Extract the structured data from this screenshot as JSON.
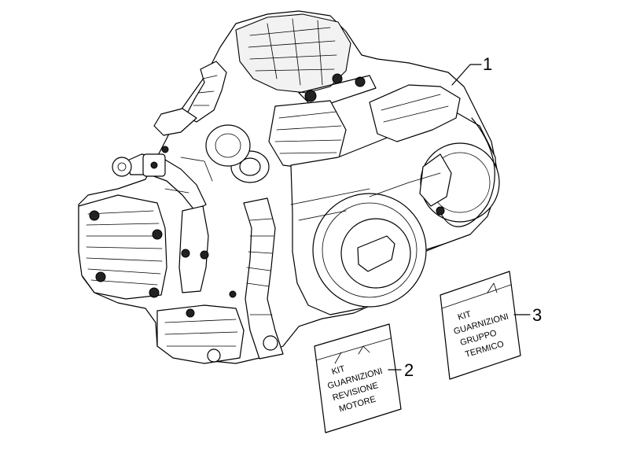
{
  "callouts": [
    {
      "number": "1",
      "part": "engine-assembly"
    },
    {
      "number": "2",
      "part": "engine-overhaul-gasket-kit"
    },
    {
      "number": "3",
      "part": "cylinder-group-gasket-kit"
    }
  ],
  "kit_engine_overhaul": [
    "KIT",
    "GUARNIZIONI",
    "REVISIONE",
    "MOTORE"
  ],
  "kit_cylinder_group": [
    "KIT",
    "GUARNIZIONI",
    "GRUPPO",
    "TERMICO"
  ],
  "colors": {
    "line": "#000000",
    "background": "#ffffff",
    "fill_light": "#f2f2f2"
  }
}
